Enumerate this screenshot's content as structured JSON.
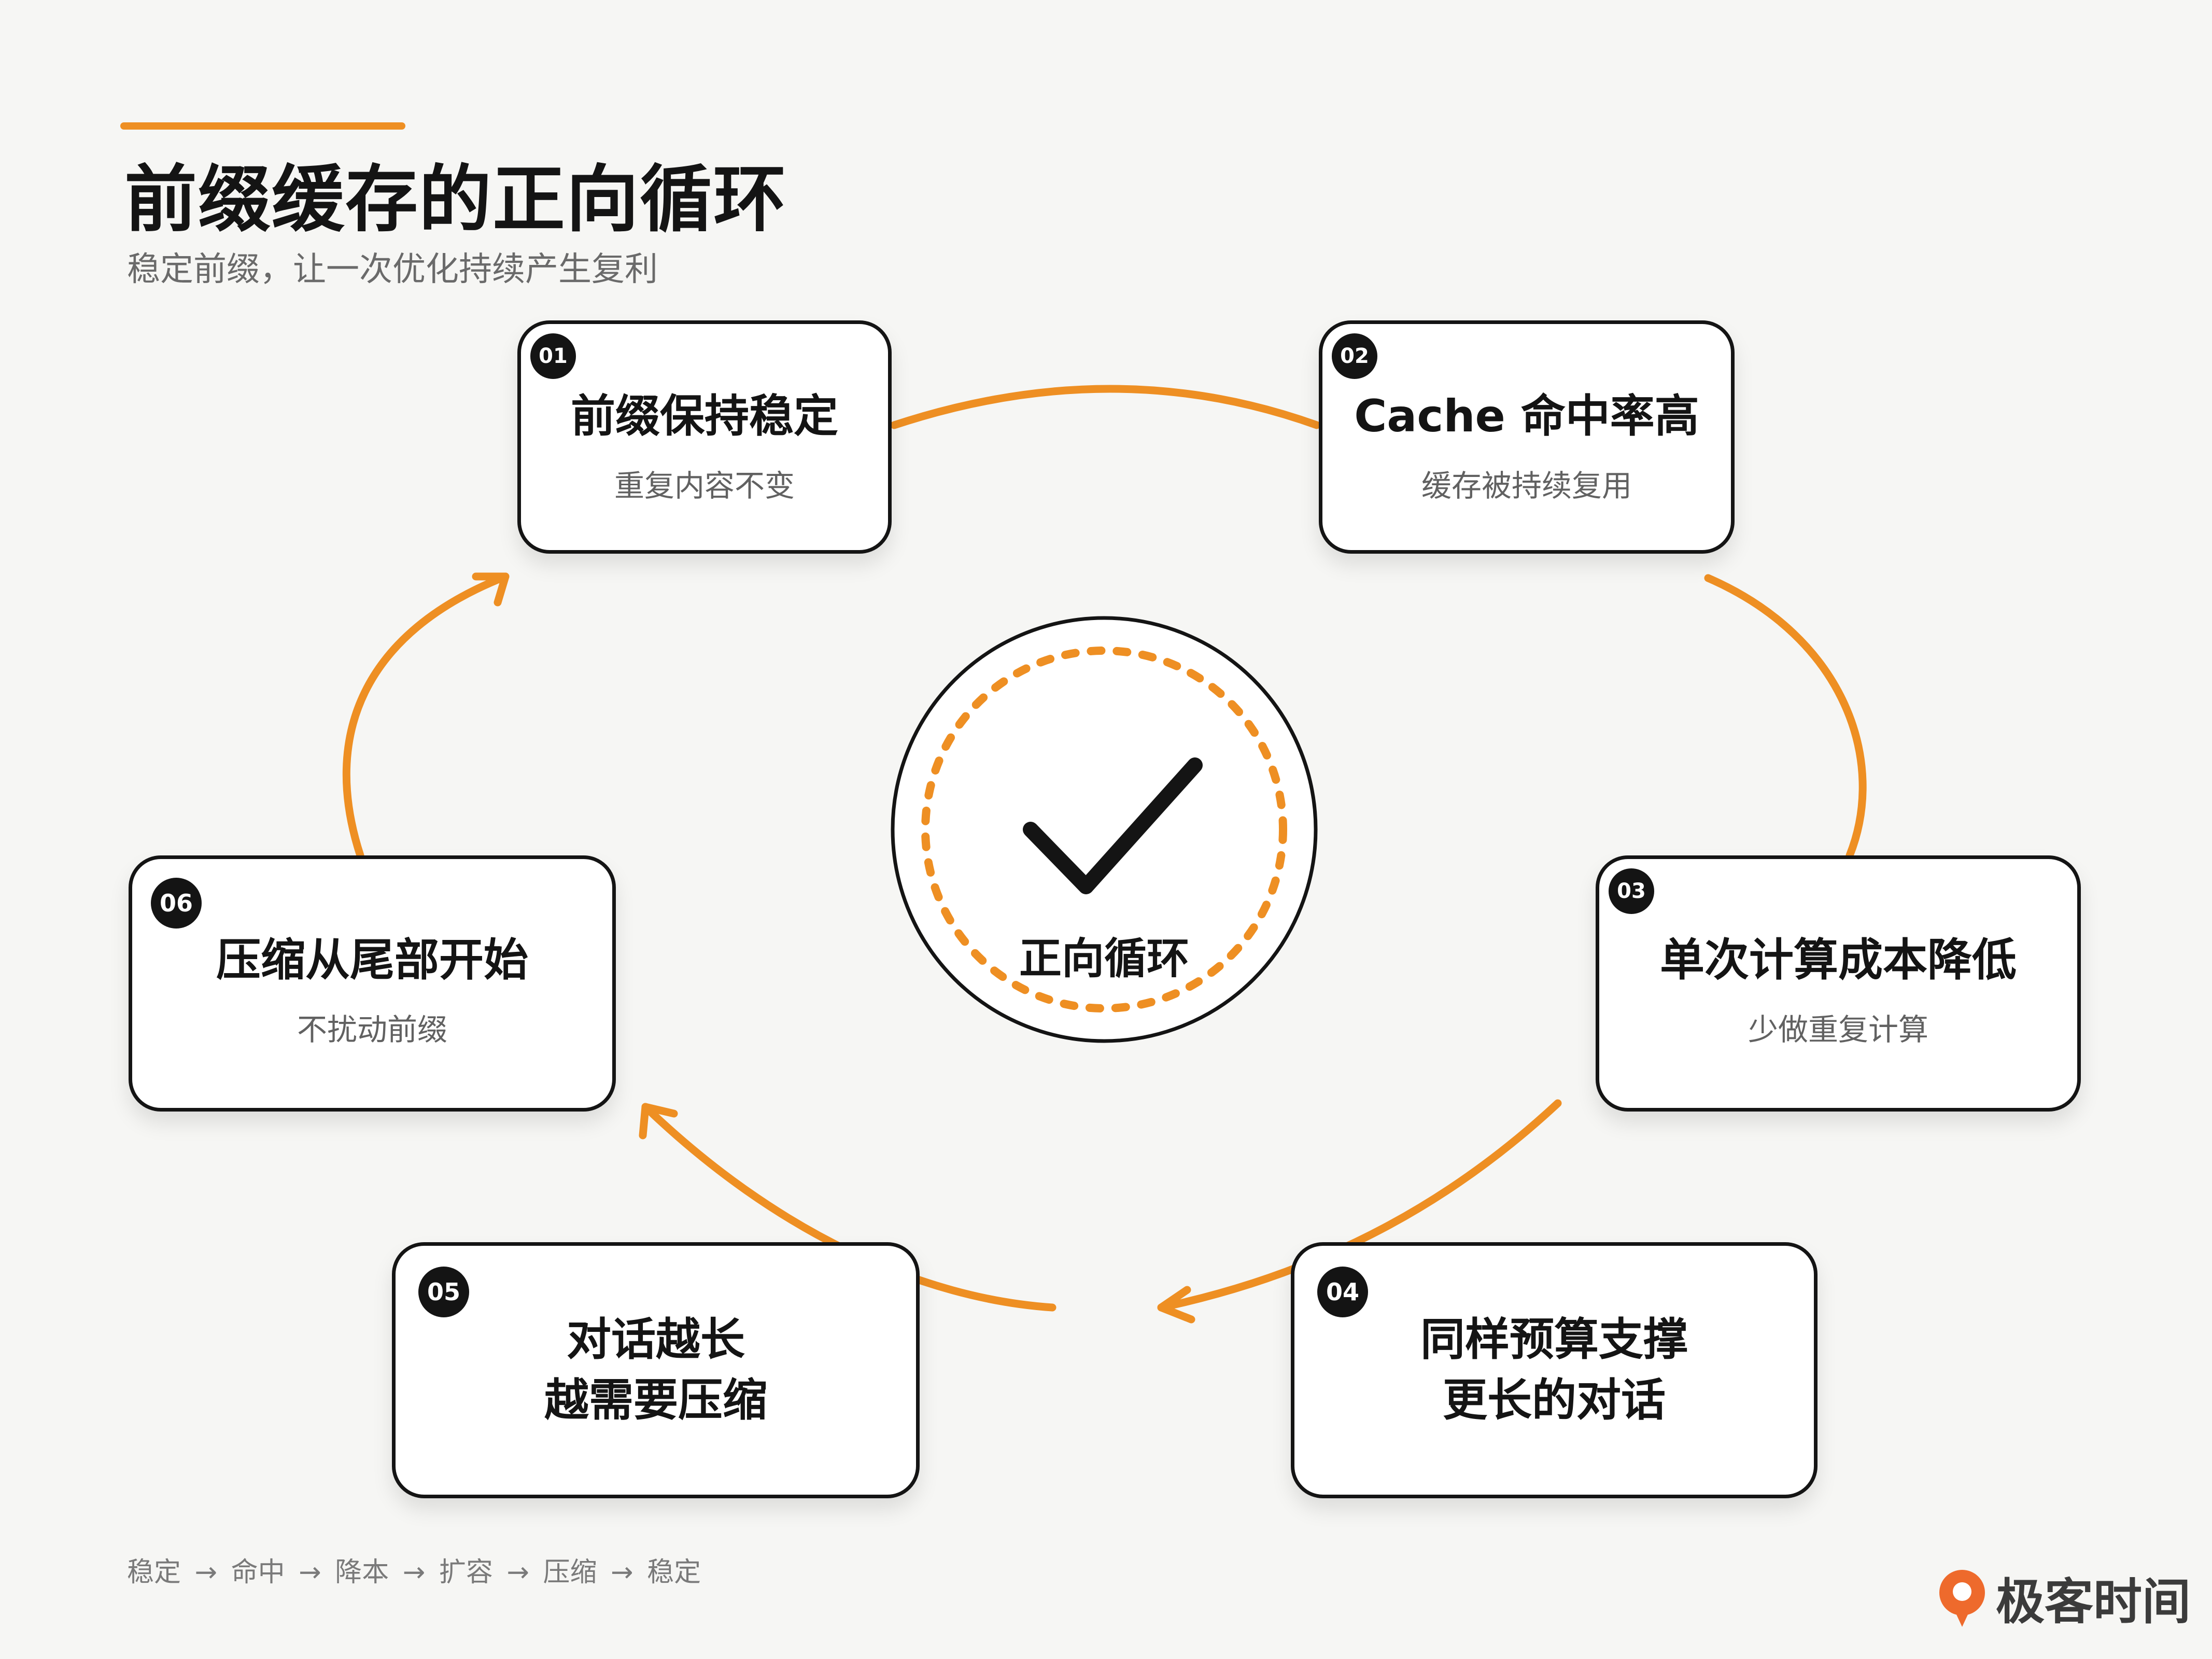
{
  "header": {
    "title": "前缀缓存的正向循环",
    "subtitle": "稳定前缀，让一次优化持续产生复利"
  },
  "colors": {
    "accent": "#ee8f23",
    "ink": "#141414",
    "background": "#f6f6f4"
  },
  "center": {
    "label": "正向循环",
    "icon": "checkmark-icon"
  },
  "steps": [
    {
      "num": "01",
      "title": "前缀保持稳定",
      "sub": "重复内容不变"
    },
    {
      "num": "02",
      "title": "Cache 命中率高",
      "sub": "缓存被持续复用"
    },
    {
      "num": "03",
      "title": "单次计算成本降低",
      "sub": "少做重复计算"
    },
    {
      "num": "04",
      "title_line1": "同样预算支撑",
      "title_line2": "更长的对话"
    },
    {
      "num": "05",
      "title_line1": "对话越长",
      "title_line2": "越需要压缩"
    },
    {
      "num": "06",
      "title": "压缩从尾部开始",
      "sub": "不扰动前缀"
    }
  ],
  "footer": {
    "flow": "稳定 → 命中 → 降本 → 扩容 → 压缩 → 稳定"
  },
  "brand": {
    "name": "极客时间",
    "icon": "geektime-logo-icon"
  }
}
